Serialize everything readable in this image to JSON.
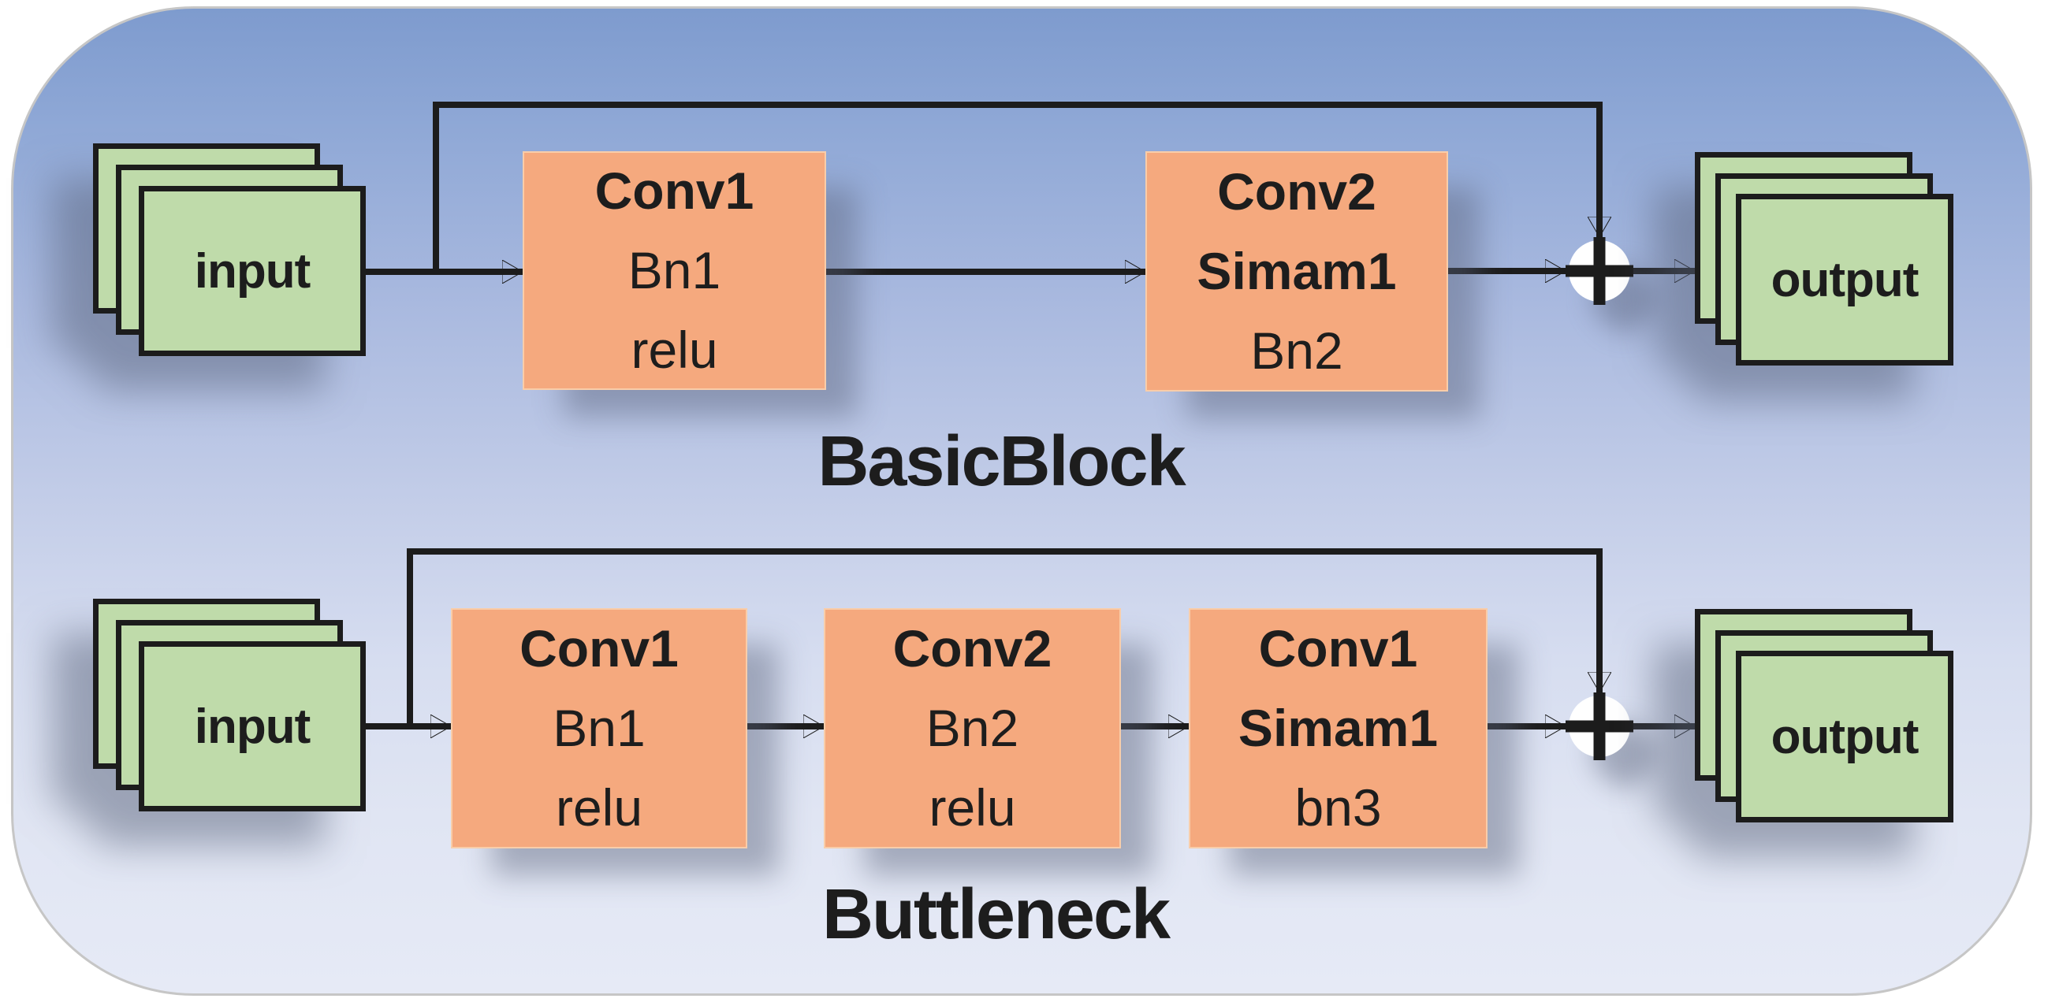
{
  "colors": {
    "background_top": "#7e9bce",
    "background_bottom": "#e6eaf6",
    "card_green": "#bfdbaa",
    "box_orange": "#f5a97e",
    "line_black": "#1c1c1c"
  },
  "basic_block": {
    "title": "BasicBlock",
    "input_label": "input",
    "output_label": "output",
    "boxes": [
      {
        "lines": [
          "Conv1",
          "Bn1",
          "relu"
        ]
      },
      {
        "lines": [
          "Conv2",
          "Simam1",
          "Bn2"
        ]
      }
    ]
  },
  "bottleneck_block": {
    "title": "Buttleneck",
    "input_label": "input",
    "output_label": "output",
    "boxes": [
      {
        "lines": [
          "Conv1",
          "Bn1",
          "relu"
        ]
      },
      {
        "lines": [
          "Conv2",
          "Bn2",
          "relu"
        ]
      },
      {
        "lines": [
          "Conv1",
          "Simam1",
          "bn3"
        ]
      }
    ]
  }
}
